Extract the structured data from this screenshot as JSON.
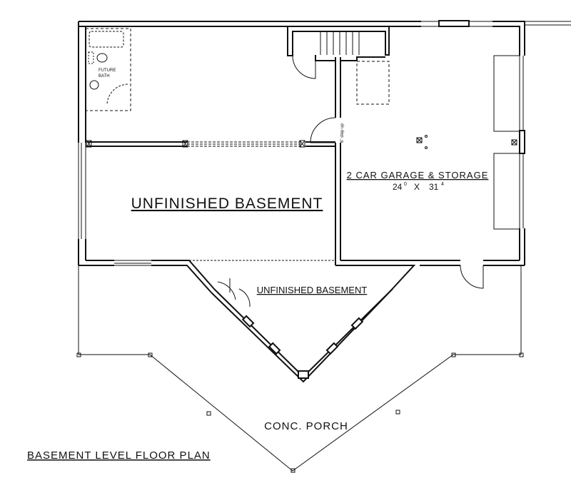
{
  "plan": {
    "title": "BASEMENT LEVEL FLOOR PLAN",
    "rooms": {
      "basement_main": "UNFINISHED BASEMENT",
      "basement_lower": "UNFINISHED BASEMENT",
      "garage_name": "2 CAR GARAGE & STORAGE",
      "garage_dims_w": "24",
      "garage_dims_w_sup": "0",
      "garage_dims_x": "X",
      "garage_dims_l": "31",
      "garage_dims_l_sup": "4",
      "porch": "CONC. PORCH",
      "bath_line1": "FUTURE",
      "bath_line2": "BATH",
      "step_note": "6\" step up"
    },
    "line_color": "#111111"
  }
}
